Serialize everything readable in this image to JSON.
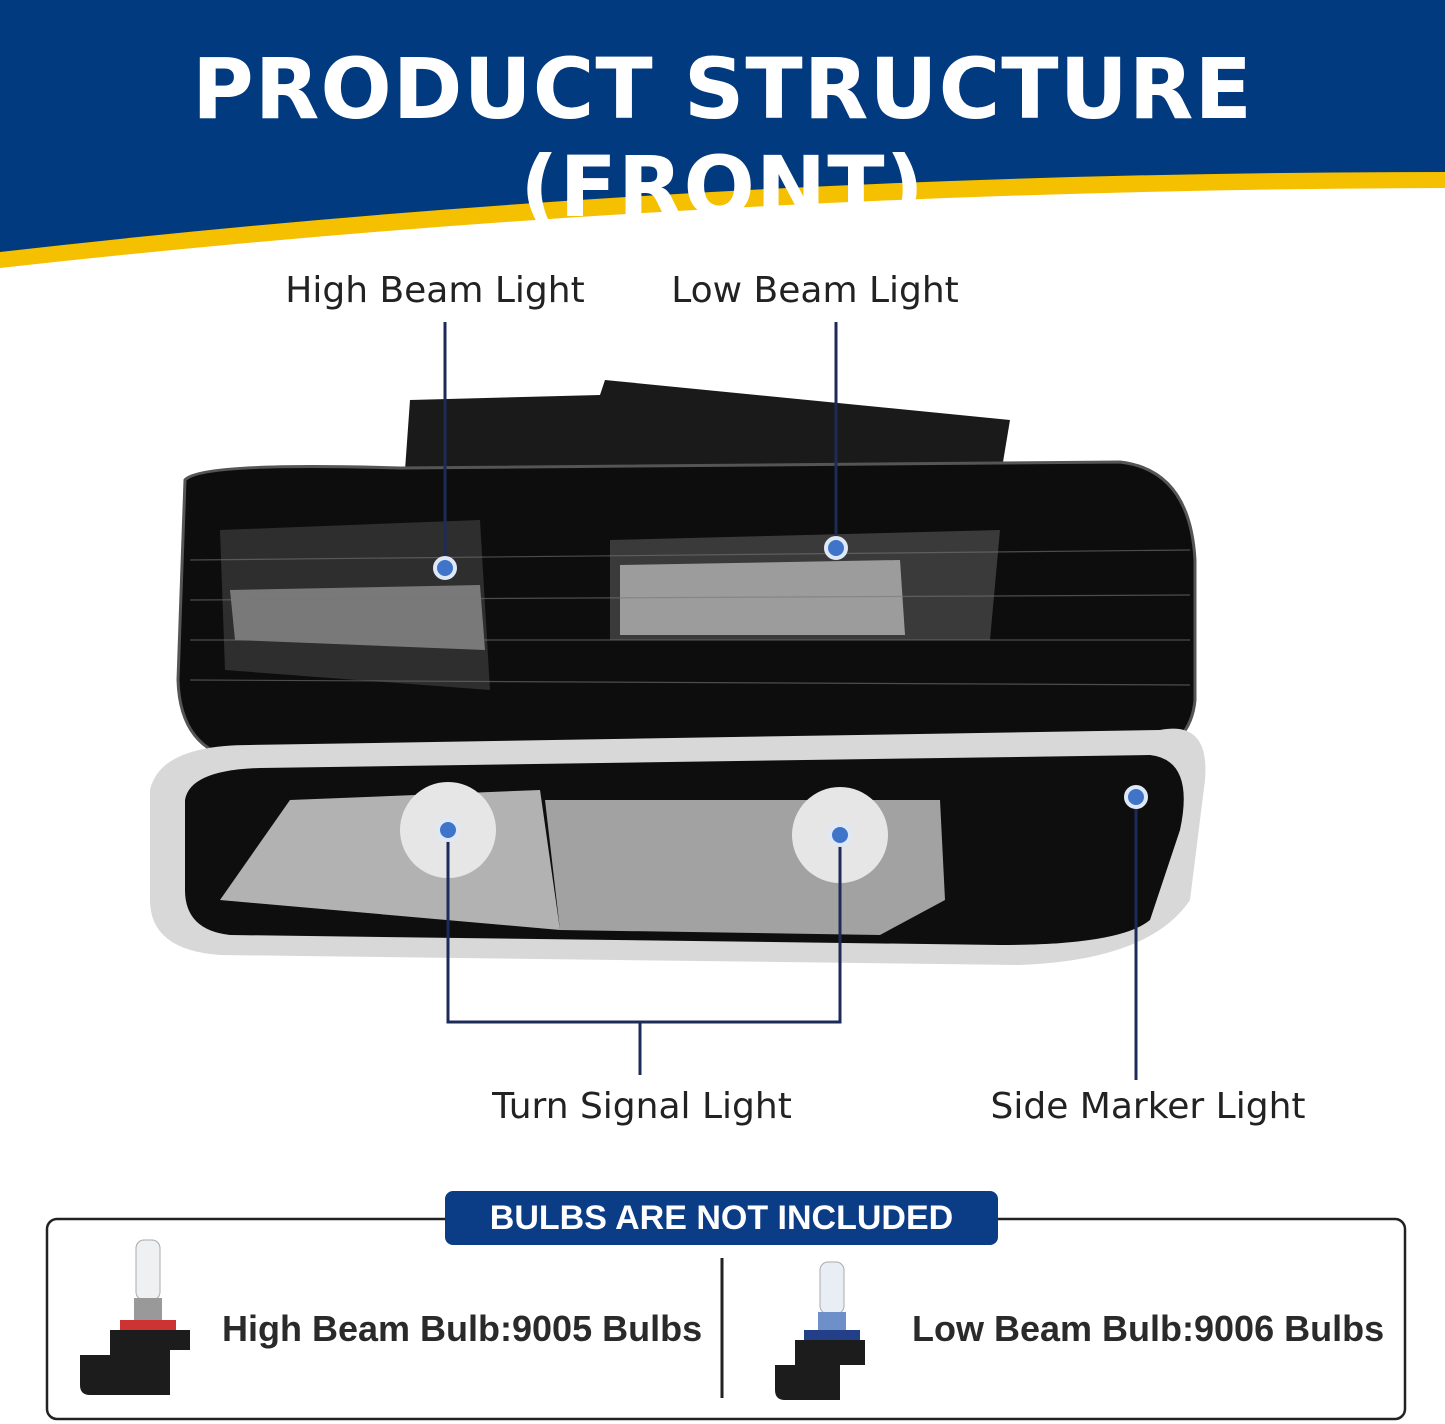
{
  "header": {
    "title": "PRODUCT STRUCTURE (FRONT)"
  },
  "callouts": {
    "high_beam": "High Beam Light",
    "low_beam": "Low Beam Light",
    "turn_signal": "Turn Signal Light",
    "side_marker": "Side Marker Light"
  },
  "bulbs": {
    "notice": "BULBS ARE NOT INCLUDED",
    "high_beam_bulb": "High Beam Bulb:9005 Bulbs",
    "low_beam_bulb": "Low Beam Bulb:9006 Bulbs"
  },
  "colors": {
    "brand_blue": "#023a80",
    "accent_yellow": "#f5c000",
    "callout_dot": "#3f74c8"
  }
}
